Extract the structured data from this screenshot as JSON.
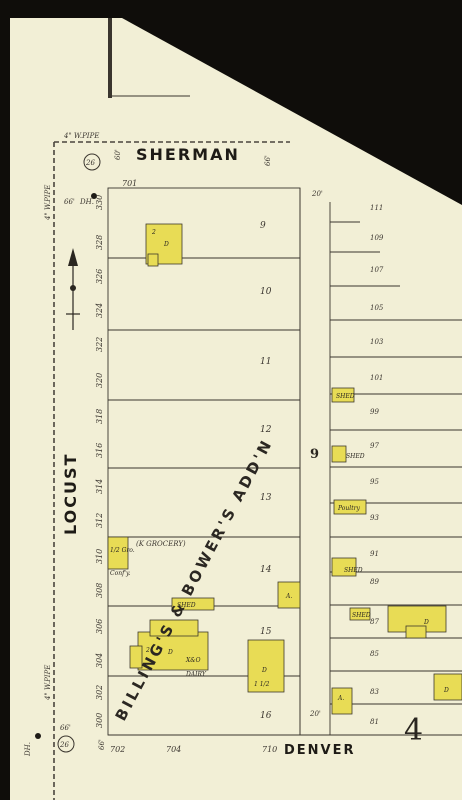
{
  "streets": {
    "north": "SHERMAN",
    "west": "LOCUST",
    "south": "DENVER"
  },
  "addition": "BILLING'S & BOWER'S ADD'N",
  "block_number": "9",
  "sheet_number": "4",
  "pipe_labels": {
    "top": "4\" W.PIPE",
    "west_top": "4\" W.PIPE",
    "west_bottom": "4\" W.PIPE"
  },
  "circle_labels": {
    "top": "26",
    "bottom": "26"
  },
  "widths": {
    "sherman_left": "60'",
    "sherman_right": "66'",
    "locust_top": "66'",
    "locust_bottom": "66'",
    "alley": "20'",
    "alley_bottom": "20'",
    "denver_left": "66'"
  },
  "hydrant_labels": {
    "top": "DH.",
    "bottom": "DH."
  },
  "sherman_number": "701",
  "locust_numbers": [
    "330",
    "328",
    "326",
    "324",
    "322",
    "320",
    "318",
    "316",
    "314",
    "312",
    "310",
    "308",
    "306",
    "304",
    "302",
    "300"
  ],
  "denver_numbers": [
    "702",
    "704",
    "710"
  ],
  "lots": [
    "9",
    "10",
    "11",
    "12",
    "13",
    "14",
    "15",
    "16"
  ],
  "east_numbers": [
    "111",
    "109",
    "107",
    "105",
    "103",
    "101",
    "99",
    "97",
    "95",
    "93",
    "91",
    "89",
    "87",
    "85",
    "83",
    "81"
  ],
  "building_labels": {
    "d1": "D",
    "d1_stories": "2",
    "grocery": "(K GROCERY)",
    "grocery_store": "1/2 Gro.",
    "grocery_conf": "Conf'y.",
    "shed1": "SHED",
    "d2": "D",
    "d2_stories": "2",
    "x_label": "X&O",
    "dairy": "DAIRY",
    "d3": "D",
    "d3_stories": "1 1/2",
    "a1": "A.",
    "shed_e1": "SHED",
    "shed_e2": "SHED",
    "poultry": "Poultry",
    "shed_e3": "SHED",
    "shed_e4": "SHED",
    "d_e1": "D",
    "a_e1": "A.",
    "d_e2": "D"
  },
  "colors": {
    "paper": "#f2efd6",
    "building": "#e8dc55",
    "ink": "#2a2620",
    "background": "#0f0d0a"
  }
}
